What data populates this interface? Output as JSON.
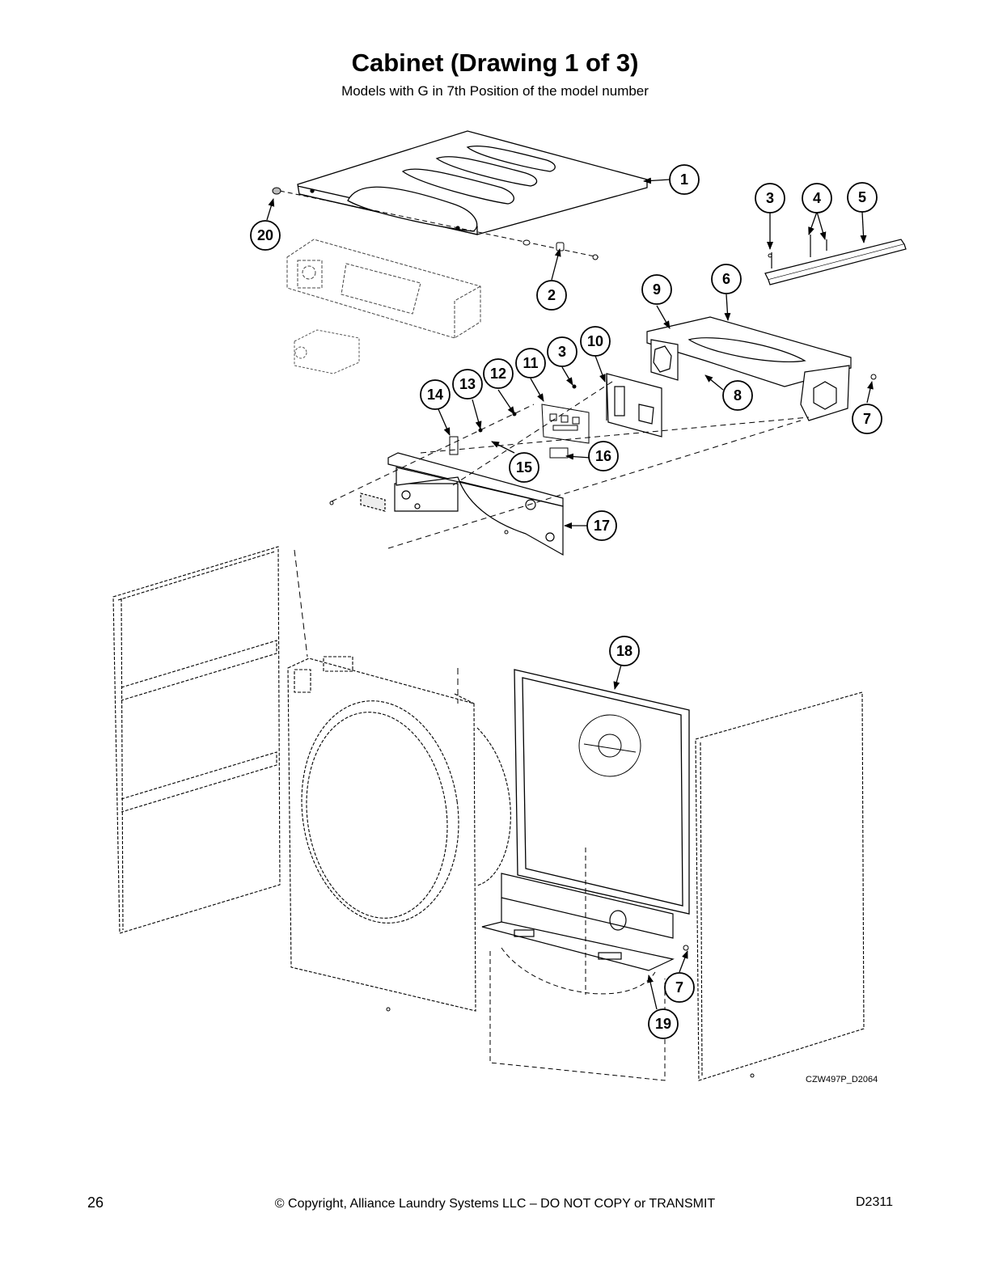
{
  "header": {
    "title": "Cabinet (Drawing 1 of 3)",
    "subtitle": "Models with G in 7th Position of the model number"
  },
  "diagram": {
    "reference_code": "CZW497P_D2064",
    "callouts": [
      "1",
      "2",
      "3",
      "4",
      "5",
      "6",
      "7",
      "8",
      "9",
      "10",
      "11",
      "12",
      "13",
      "14",
      "15",
      "16",
      "17",
      "18",
      "19",
      "20"
    ],
    "callout_labels": {
      "c1": "1",
      "c2": "2",
      "c3a": "3",
      "c4": "4",
      "c5": "5",
      "c6": "6",
      "c7a": "7",
      "c8": "8",
      "c9": "9",
      "c10": "10",
      "c11": "11",
      "c12": "12",
      "c3b": "3",
      "c13": "13",
      "c14": "14",
      "c15": "15",
      "c16": "16",
      "c17": "17",
      "c18": "18",
      "c7b": "7",
      "c19": "19",
      "c20": "20"
    }
  },
  "footer": {
    "page_number": "26",
    "copyright": "© Copyright, Alliance Laundry Systems LLC – DO NOT COPY or TRANSMIT",
    "doc_code": "D2311"
  }
}
